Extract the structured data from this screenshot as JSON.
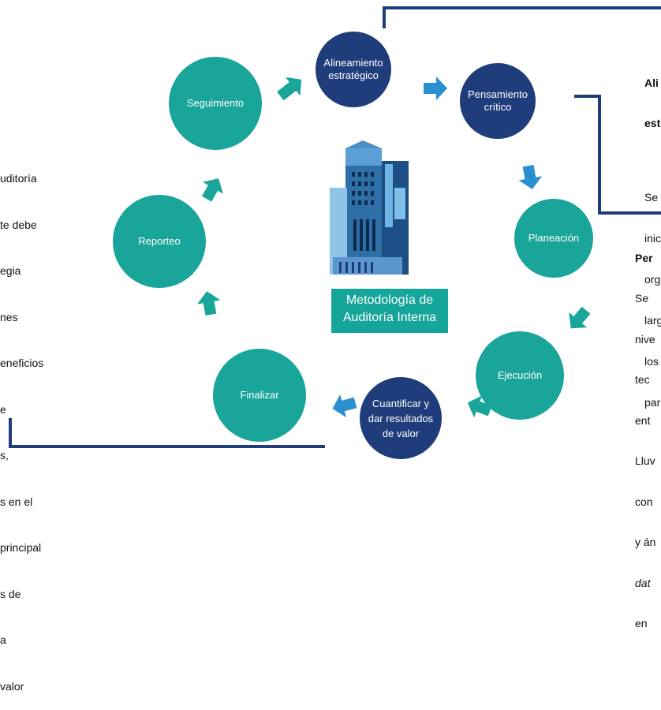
{
  "diagram_title": "Metodología de Auditoría Interna",
  "center_caption": {
    "line1": "Metodología de",
    "line2": "Auditoría Interna"
  },
  "steps": [
    {
      "id": "alineamiento",
      "line1": "Alineamiento",
      "line2": "estratégico",
      "color": "#1f3d7a"
    },
    {
      "id": "pensamiento",
      "line1": "Pensamiento",
      "line2": "crítico",
      "color": "#1f3d7a"
    },
    {
      "id": "planeacion",
      "line1": "Planeación",
      "color": "#1aa59a"
    },
    {
      "id": "ejecucion",
      "line1": "Ejecución",
      "color": "#1aa59a"
    },
    {
      "id": "cuantificar",
      "line1": "Cuantificar y",
      "line2": "dar resultados",
      "line3": "de valor",
      "color": "#1f3d7a"
    },
    {
      "id": "finalizar",
      "line1": "Finalizar",
      "color": "#1aa59a"
    },
    {
      "id": "reporteo",
      "line1": "Reporteo",
      "color": "#1aa59a"
    },
    {
      "id": "seguimiento",
      "line1": "Seguimiento",
      "color": "#1aa59a"
    }
  ],
  "left_text": {
    "l1": "uditoría",
    "l2": "te debe",
    "l3": "egia",
    "l4": "nes",
    "l5": "eneficios",
    "l6": "e",
    "l7": "s,",
    "l8": "s en el",
    "l9": "principal",
    "l10": "s de",
    "l11": "a",
    "l12": "valor"
  },
  "right_box_1": {
    "heading1": "Ali",
    "heading2": "est",
    "l1": "Se",
    "l2": "inic",
    "l3": "org",
    "l4": "larg",
    "l5": "los",
    "l6": "par"
  },
  "right_box_2": {
    "heading": "Per",
    "l1": "Se",
    "l2": "nive",
    "l3": "tec",
    "l4": "ent",
    "l5": "Lluv",
    "l6": "con",
    "l7": "y án",
    "l8": "dat",
    "l9": "en"
  },
  "colors": {
    "teal": "#1aa59a",
    "navy": "#1f3d7a",
    "arrow_teal": "#1aa59a",
    "arrow_blue": "#2a8fd0",
    "bracket": "#1f3d7a"
  }
}
